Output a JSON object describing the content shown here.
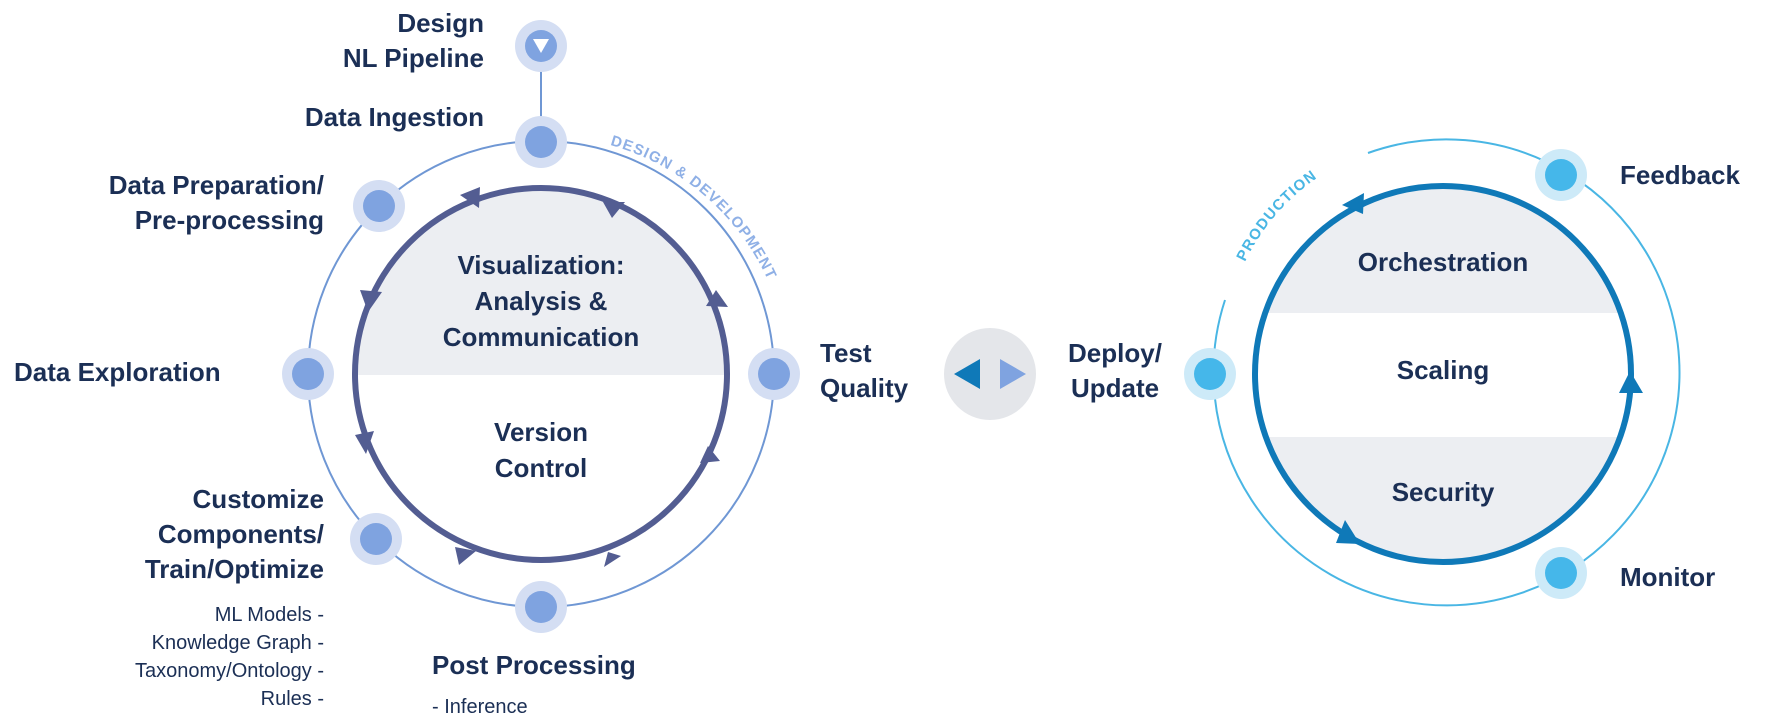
{
  "colors": {
    "dark_ring": "#535d92",
    "dev_outer": "#6f97d4",
    "dev_node": "#7fa3e0",
    "dev_halo": "#d4def3",
    "prod_ring": "#0f79b8",
    "prod_outer": "#49b6e4",
    "prod_node": "#45b7ea",
    "prod_halo": "#cdeaf8",
    "band_gray": "#eceef2",
    "text": "#1b2f55"
  },
  "design_development": {
    "arc_label": "DESIGN & DEVELOPMENT",
    "inner_top": [
      "Visualization:",
      "Analysis &",
      "Communication"
    ],
    "inner_bottom": [
      "Version",
      "Control"
    ],
    "nodes": {
      "design_pipeline": [
        "Design",
        "NL Pipeline"
      ],
      "data_ingestion": "Data Ingestion",
      "data_preparation": [
        "Data Preparation/",
        "Pre-processing"
      ],
      "data_exploration": "Data Exploration",
      "customize": [
        "Customize",
        "Components/",
        "Train/Optimize"
      ],
      "customize_items": [
        "ML Models -",
        "Knowledge Graph -",
        "Taxonomy/Ontology -",
        "Rules -"
      ],
      "post_processing": "Post Processing",
      "post_processing_items": [
        "- Inference"
      ],
      "test_quality": [
        "Test",
        "Quality"
      ]
    }
  },
  "transition": {
    "left_arrow_icon": "triangle-left",
    "right_arrow_icon": "triangle-right"
  },
  "production": {
    "arc_label": "PRODUCTION",
    "bands": [
      "Orchestration",
      "Scaling",
      "Security"
    ],
    "nodes": {
      "deploy": [
        "Deploy/",
        "Update"
      ],
      "feedback": "Feedback",
      "monitor": "Monitor"
    }
  }
}
